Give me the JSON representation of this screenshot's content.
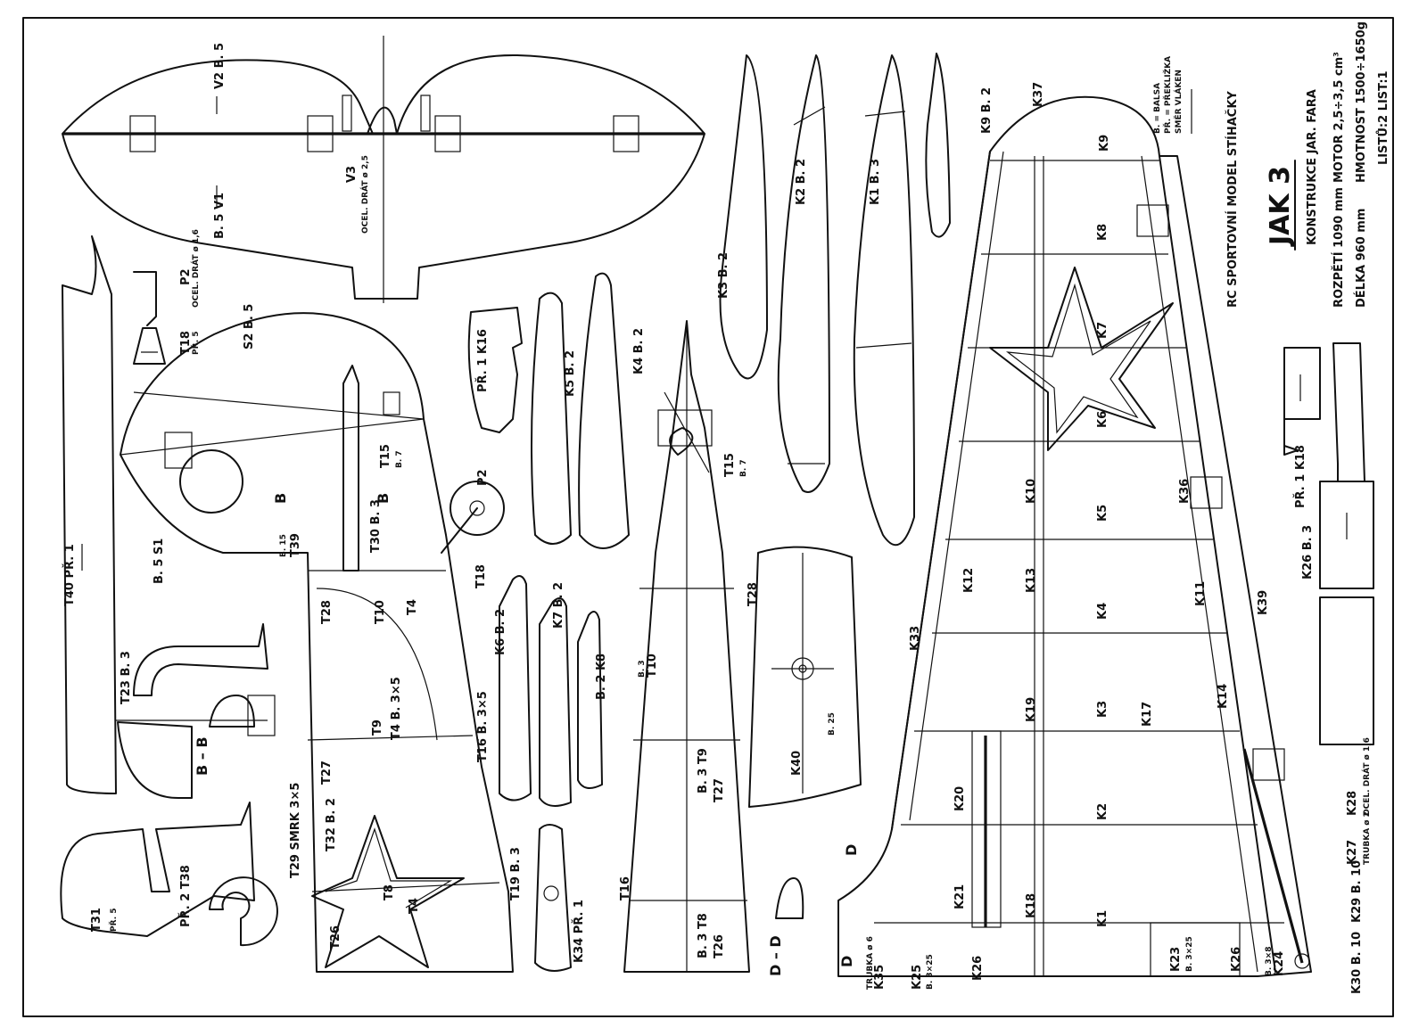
{
  "title_block": {
    "line1": "RC SPORTOVNÍ MODEL STÍHAČKY",
    "name": "JAK 3",
    "designer": "KONSTRUKCE JAR. FARA",
    "rozpeti": "ROZPĚTÍ   1090 mm",
    "delka": "DÉLKA   960 mm",
    "motor": "MOTOR   2,5÷3,5 cm³",
    "hmotnost": "HMOTNOST 1500÷1650g",
    "sheets": "LISTŮ:2  LIST:1",
    "legend_b": "B. = BALSA",
    "legend_pr": "PŘ. = PŘEKLIŽKA",
    "legend_dir": "SMĚR VLÁKEN"
  },
  "sections": {
    "bb": "B – B",
    "dd": "D – D",
    "b1": "B",
    "b2": "B",
    "d1": "D",
    "d2": "D"
  },
  "tail": {
    "v1": "B. 5  V1",
    "v2": "V2 B. 5",
    "v3": "V3",
    "v3_note": "OCEL. DRÁT  ø 2,5"
  },
  "wing_labels": {
    "k1": "K1",
    "k2": "K2",
    "k3": "K3",
    "k4": "K4",
    "k5": "K5",
    "k6": "K6",
    "k7": "K7",
    "k8": "K8",
    "k9": "K9",
    "k10": "K10",
    "k11": "K11",
    "k12": "K12",
    "k13": "K13",
    "k14": "K14",
    "k17": "K17",
    "k18": "K18",
    "k19": "K19",
    "k20": "K20",
    "k21": "K21",
    "k23": "K23",
    "k23_note": "B. 3×25",
    "k24": "K24",
    "k25": "K25",
    "k25_note": "B. 3×25",
    "k26a": "K26",
    "k26b": "K26",
    "k27": "K27",
    "k27_note": "TRUBKA ø 2",
    "k28": "K28",
    "k28_note": "OCEL. DRÁT ø 1,6",
    "k29": "K29 B. 10",
    "k30": "K30 B. 10",
    "k33": "K33",
    "k35": "K35",
    "k35_note": "TRUBKA ø 6",
    "k36": "K36",
    "k37": "K37",
    "k39": "K39",
    "k24_note": "B. 3×8"
  },
  "parts_labels": {
    "k1r": "K1 B. 3",
    "k2r": "K2 B. 2",
    "k3r": "K3 B. 2",
    "k4r": "K4 B. 2",
    "k5r": "K5 B. 2",
    "k6r": "K6 B. 2",
    "k7r": "K7 B. 2",
    "k8r": "B. 2 K8",
    "k9r": "K9 B. 2",
    "k16": "PŘ. 1  K16",
    "k18r": "PŘ. 1  K18",
    "k26r": "K26 B. 3",
    "k34": "K34 PŘ. 1",
    "k40": "K40",
    "k40_note": "B. 25"
  },
  "fuselage_labels": {
    "s1": "B. 5  S1",
    "s2": "S2 B. 5",
    "t4": "T4",
    "t4b": "T4 B. 3×5",
    "t4c": "T4",
    "t8": "T8",
    "t9": "T9",
    "t10": "T10",
    "t15": "T15",
    "t15_note": "B. 7",
    "t16": "T16 B. 3×5",
    "t18": "T18",
    "t19": "T19 B. 3",
    "t26": "T26",
    "t27": "T27",
    "t28": "T28",
    "t29": "T29 SMRK 3×5",
    "t30": "T30 B. 3",
    "t32": "T32 B. 2",
    "t39": "T39",
    "t39_note": "B. 15"
  },
  "top_view_labels": {
    "t15": "T15",
    "t15_note": "B. 7",
    "t10": "T10",
    "t10_note": "B. 3",
    "t28": "T28",
    "t9": "B. 3 T9",
    "t27": "T27",
    "t8": "B. 3 T8",
    "t26": "T26",
    "t16": "T16"
  },
  "small_parts": {
    "p2a": "P2",
    "p2_note": "OCEL. DRÁT ø 1,6",
    "t18": "T18",
    "t18_note": "PŘ. 5",
    "t40": "T40 PŘ. 1",
    "t23": "T23 B. 3",
    "t31": "T31",
    "t31_note": "PŘ. 5",
    "t38": "PŘ. 2  T38",
    "p2b": "P2"
  }
}
